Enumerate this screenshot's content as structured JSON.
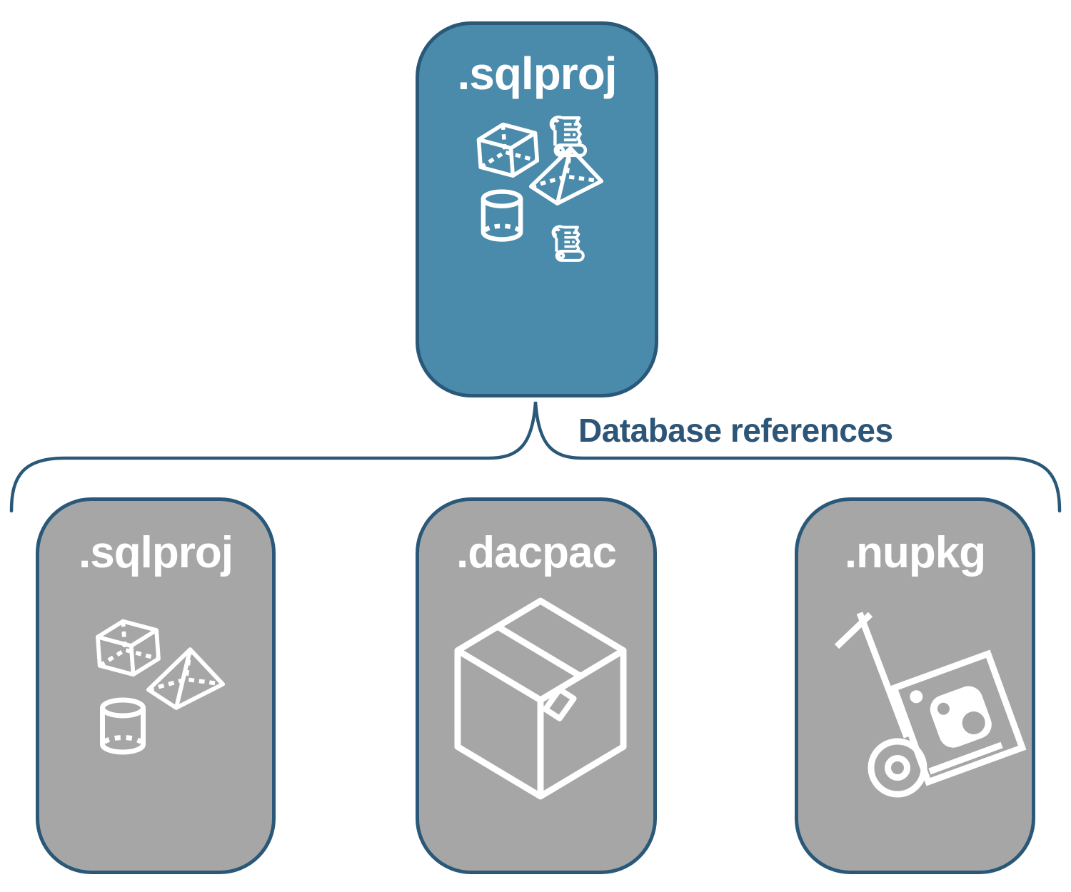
{
  "diagram": {
    "connector": {
      "label": "Database references"
    },
    "root_node": {
      "label": ".sqlproj",
      "icons": [
        "cube-icon",
        "scroll-icon",
        "pyramid-icon",
        "cylinder-icon",
        "scroll-icon"
      ]
    },
    "child_nodes": [
      {
        "id": "sqlproj",
        "label": ".sqlproj",
        "icons": [
          "cube-icon",
          "pyramid-icon",
          "cylinder-icon"
        ]
      },
      {
        "id": "dacpac",
        "label": ".dacpac",
        "icons": [
          "package-box-icon"
        ]
      },
      {
        "id": "nupkg",
        "label": ".nupkg",
        "icons": [
          "nuget-hand-truck-icon"
        ]
      }
    ],
    "colors": {
      "root_fill": "#4a8aab",
      "child_fill": "#a6a6a6",
      "node_border": "#2a5878",
      "connector_stroke": "#2a5878",
      "connector_label_text": "#2d5577",
      "node_label_text": "#ffffff",
      "icon_stroke": "#ffffff",
      "background": "#ffffff"
    }
  }
}
